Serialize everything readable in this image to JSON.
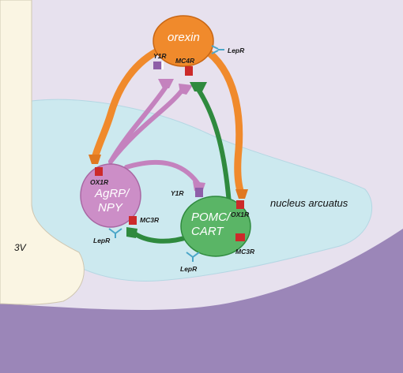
{
  "colors": {
    "hypothalamus": "#e7e1ee",
    "arcuate": "#cce9ef",
    "third_ventricle": "#faf5e3",
    "lower_region": "#9b86b8",
    "orexin": "#f08a2c",
    "agrp": "#cc8ec7",
    "pomc": "#5ab566",
    "pomc_axon": "#2f8a3e",
    "receptor_red": "#cc2a2a",
    "receptor_purple": "#8e5ea8",
    "lepr": "#4aa6c8"
  },
  "labels": {
    "orexin": "orexin",
    "agrp_line1": "AgRP/",
    "agrp_line2": "NPY",
    "pomc_line1": "POMC/",
    "pomc_line2": "CART",
    "nucleus": "nucleus arcuatus",
    "ventricle": "3V"
  },
  "receptors": {
    "orexin_y1r": "Y1R",
    "orexin_mc4r": "MC4R",
    "orexin_lepr": "LepR",
    "agrp_ox1r": "OX1R",
    "agrp_mc3r": "MC3R",
    "agrp_lepr": "LepR",
    "pomc_y1r": "Y1R",
    "pomc_ox1r": "OX1R",
    "pomc_mc3r": "MC3R",
    "pomc_lepr": "LepR"
  }
}
